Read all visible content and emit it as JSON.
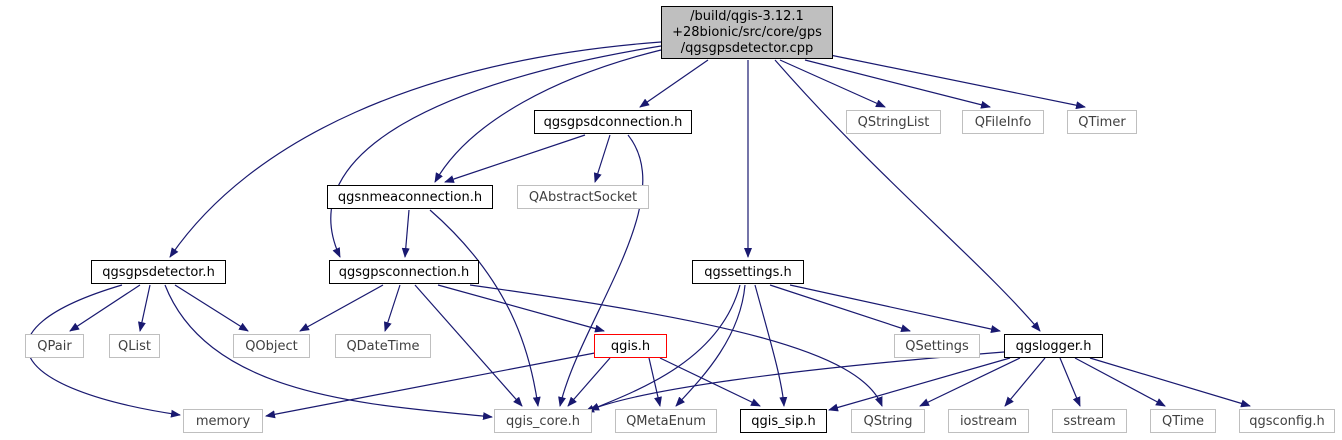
{
  "root": {
    "lines": [
      "/build/qgis-3.12.1",
      "+28bionic/src/core/gps",
      "/qgsgpsdetector.cpp"
    ]
  },
  "nodes": {
    "qgsgpsdconnection": "qgsgpsdconnection.h",
    "qgsnmeaconnection": "qgsnmeaconnection.h",
    "qabstractsocket": "QAbstractSocket",
    "qstringlist": "QStringList",
    "qfileinfo": "QFileInfo",
    "qtimer": "QTimer",
    "qgsgpsdetector": "qgsgpsdetector.h",
    "qgsgpsconnection": "qgsgpsconnection.h",
    "qgssettings": "qgssettings.h",
    "qpair": "QPair",
    "qlist": "QList",
    "qobject": "QObject",
    "qdatetime": "QDateTime",
    "qgis": "qgis.h",
    "qsettings": "QSettings",
    "qgslogger": "qgslogger.h",
    "memory": "memory",
    "qgis_core": "qgis_core.h",
    "qmetaenum": "QMetaEnum",
    "qgis_sip": "qgis_sip.h",
    "qstring": "QString",
    "iostream": "iostream",
    "sstream": "sstream",
    "qtime": "QTime",
    "qgsconfig": "qgsconfig.h"
  },
  "colors": {
    "edge": "#191970",
    "documented_border": "#000000",
    "external_border": "#bfbfbf",
    "missing_border": "#ff0000",
    "root_fill": "#bfbfbf"
  }
}
